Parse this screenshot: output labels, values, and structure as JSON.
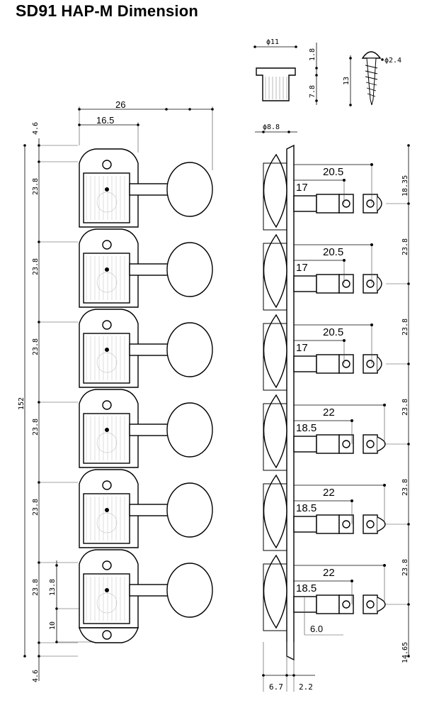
{
  "title": {
    "model": "SD91",
    "text": "HAP-M Dimension"
  },
  "top_view": {
    "overall_width": "26",
    "post_offset": "16.5",
    "end_margin_top": "4.6",
    "end_margin_bottom": "4.6",
    "spacings": [
      "23.8",
      "23.8",
      "23.8",
      "23.8",
      "23.8",
      "23.8"
    ],
    "overall_length": "152",
    "screw_hole_pos": "13.8",
    "post_from_edge": "10"
  },
  "bushing": {
    "top_diameter": "ϕ11",
    "flange_thickness": "1.8",
    "height": "7.8",
    "barrel_diameter": "ϕ8.8"
  },
  "screw": {
    "head_diameter": "ϕ2.4",
    "length": "13"
  },
  "side_view": {
    "rows": [
      {
        "long": "20.5",
        "short": "17",
        "right": "18.35"
      },
      {
        "long": "20.5",
        "short": "17",
        "right": "23.8"
      },
      {
        "long": "20.5",
        "short": "17",
        "right": "23.8"
      },
      {
        "long": "22",
        "short": "18.5",
        "right": "23.8"
      },
      {
        "long": "22",
        "short": "18.5",
        "right": "23.8"
      },
      {
        "long": "22",
        "short": "18.5",
        "right": "23.8"
      }
    ],
    "bottom_right": "14.65",
    "post_length": "6.0",
    "knob_depth": "6.7",
    "plate_thickness": "2.2"
  }
}
